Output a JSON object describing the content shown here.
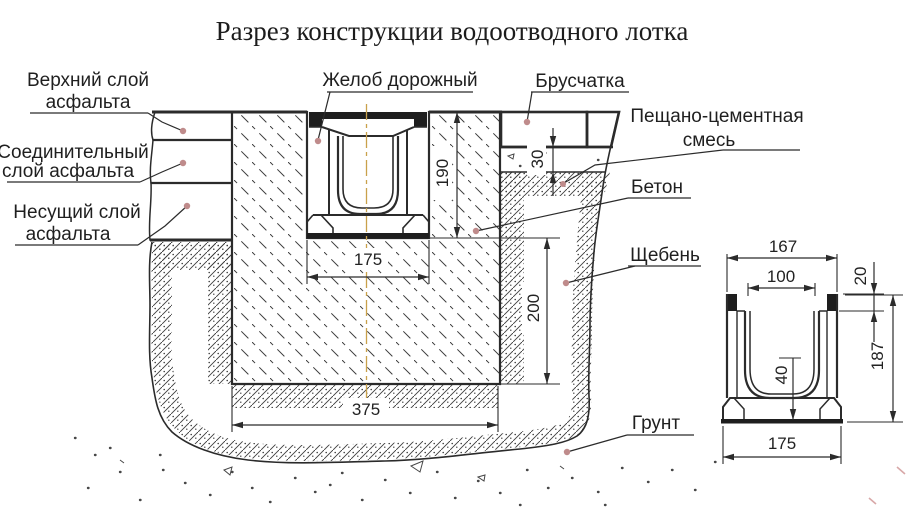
{
  "title": "Разрез конструкции водоотводного лотка",
  "labels": {
    "asphalt_top_1": "Верхний слой",
    "asphalt_top_2": "асфальта",
    "asphalt_mid_1": "Соединительный",
    "asphalt_mid_2": "слой асфальта",
    "asphalt_base_1": "Несущий слой",
    "asphalt_base_2": "асфальта",
    "gutter": "Желоб дорожный",
    "pavers": "Брусчатка",
    "sand_cement_1": "Пещано-цементная",
    "sand_cement_2": "смесь",
    "concrete": "Бетон",
    "gravel": "Щебень",
    "soil": "Грунт"
  },
  "dimensions": {
    "main": {
      "gutter_height": "190",
      "gutter_width": "175",
      "bed_depth": "200",
      "base_width": "375",
      "sand_layer_thickness": "30"
    },
    "detail": {
      "outer_top_width": "167",
      "inner_width": "100",
      "edge_lip": "20",
      "height": "187",
      "bottom_wall": "40",
      "base_width": "175"
    }
  },
  "colors": {
    "line": "#2b2b2b",
    "centerline": "#c9a14b",
    "leader_dot": "#bf8b8b",
    "background": "#ffffff"
  }
}
